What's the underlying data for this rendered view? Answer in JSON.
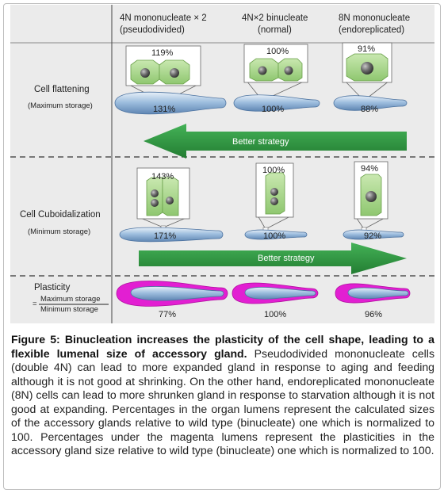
{
  "figure": {
    "headers": [
      {
        "line1": "4N mononucleate × 2",
        "line2": "(pseudodivided)"
      },
      {
        "line1": "4N×2 binucleate",
        "line2": "(normal)"
      },
      {
        "line1": "8N mononucleate",
        "line2": "(endoreplicated)"
      }
    ],
    "rows": {
      "flattening": {
        "label": "Cell flattening",
        "sublabel": "(Maximum storage)",
        "cell_pcts": [
          "119%",
          "100%",
          "91%"
        ],
        "lumen_pcts": [
          "131%",
          "100%",
          "88%"
        ],
        "arrow_label": "Better strategy"
      },
      "cuboidal": {
        "label": "Cell Cuboidalization",
        "sublabel": "(Minimum storage)",
        "cell_pcts": [
          "143%",
          "100%",
          "94%"
        ],
        "lumen_pcts": [
          "171%",
          "100%",
          "92%"
        ],
        "arrow_label": "Better strategy"
      },
      "plasticity": {
        "label": "Plasticity",
        "eq": "=",
        "numerator": "Maximum storage",
        "denominator": "Minimum storage",
        "pcts": [
          "77%",
          "100%",
          "96%"
        ]
      }
    },
    "colors": {
      "background": "#ebebeb",
      "arrow": "#2e9a3e",
      "lumen": "#8fb2d6",
      "cell": "#a9d68b",
      "nucleus": "#6b6b6b",
      "magenta": "#e020d0"
    }
  },
  "caption": {
    "title": "Figure 5: Binucleation increases the plasticity of the cell shape, leading to a flexible lumenal size of accessory gland.",
    "body": " Pseudodivided mononucleate cells (double 4N) can lead to more expanded gland in response to aging and feeding although it is not good at shrinking. On the other hand, endoreplicated mononucleate (8N) cells can lead to more shrunken gland in response to starvation although it is not good at expanding. Percentages in the organ lumens represent the calculated sizes of the accessory glands relative to wild type (binucleate) one which is normalized to 100. Percentages under the magenta lumens represent the plasticities in the accessory gland size relative to wild type (binucleate) one which is normalized to 100."
  }
}
